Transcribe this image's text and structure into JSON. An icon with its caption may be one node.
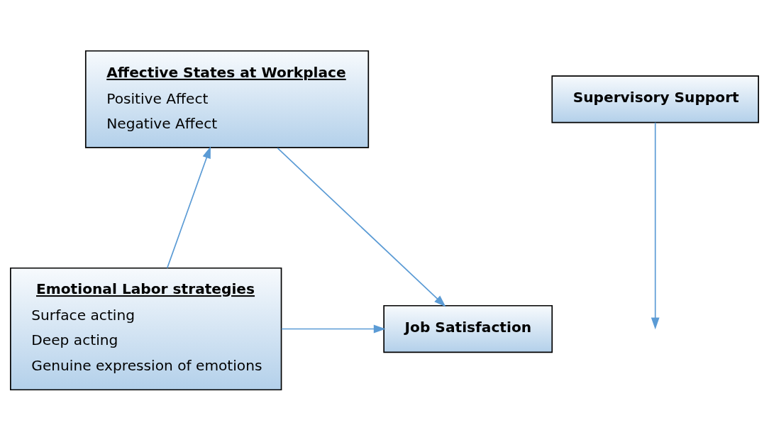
{
  "diagram": {
    "nodes": [
      {
        "text": [
          "Affective States at Workplace",
          "Positive Affect",
          "Negative Affect"
        ]
      },
      {
        "text": [
          "Supervisory Support"
        ]
      },
      {
        "text": [
          "Emotional Labor strategies",
          "Surface acting",
          "Deep acting",
          "Genuine expression of emotions"
        ]
      },
      {
        "text": [
          "Job Satisfaction"
        ]
      }
    ],
    "edges": [
      {
        "from": 2,
        "to": 0,
        "arrow": "to"
      },
      {
        "from": 0,
        "to": 3,
        "arrow": "to"
      },
      {
        "from": 1,
        "to": null,
        "arrow": "to"
      },
      {
        "from": 2,
        "to": 3,
        "arrow": "to"
      }
    ]
  }
}
